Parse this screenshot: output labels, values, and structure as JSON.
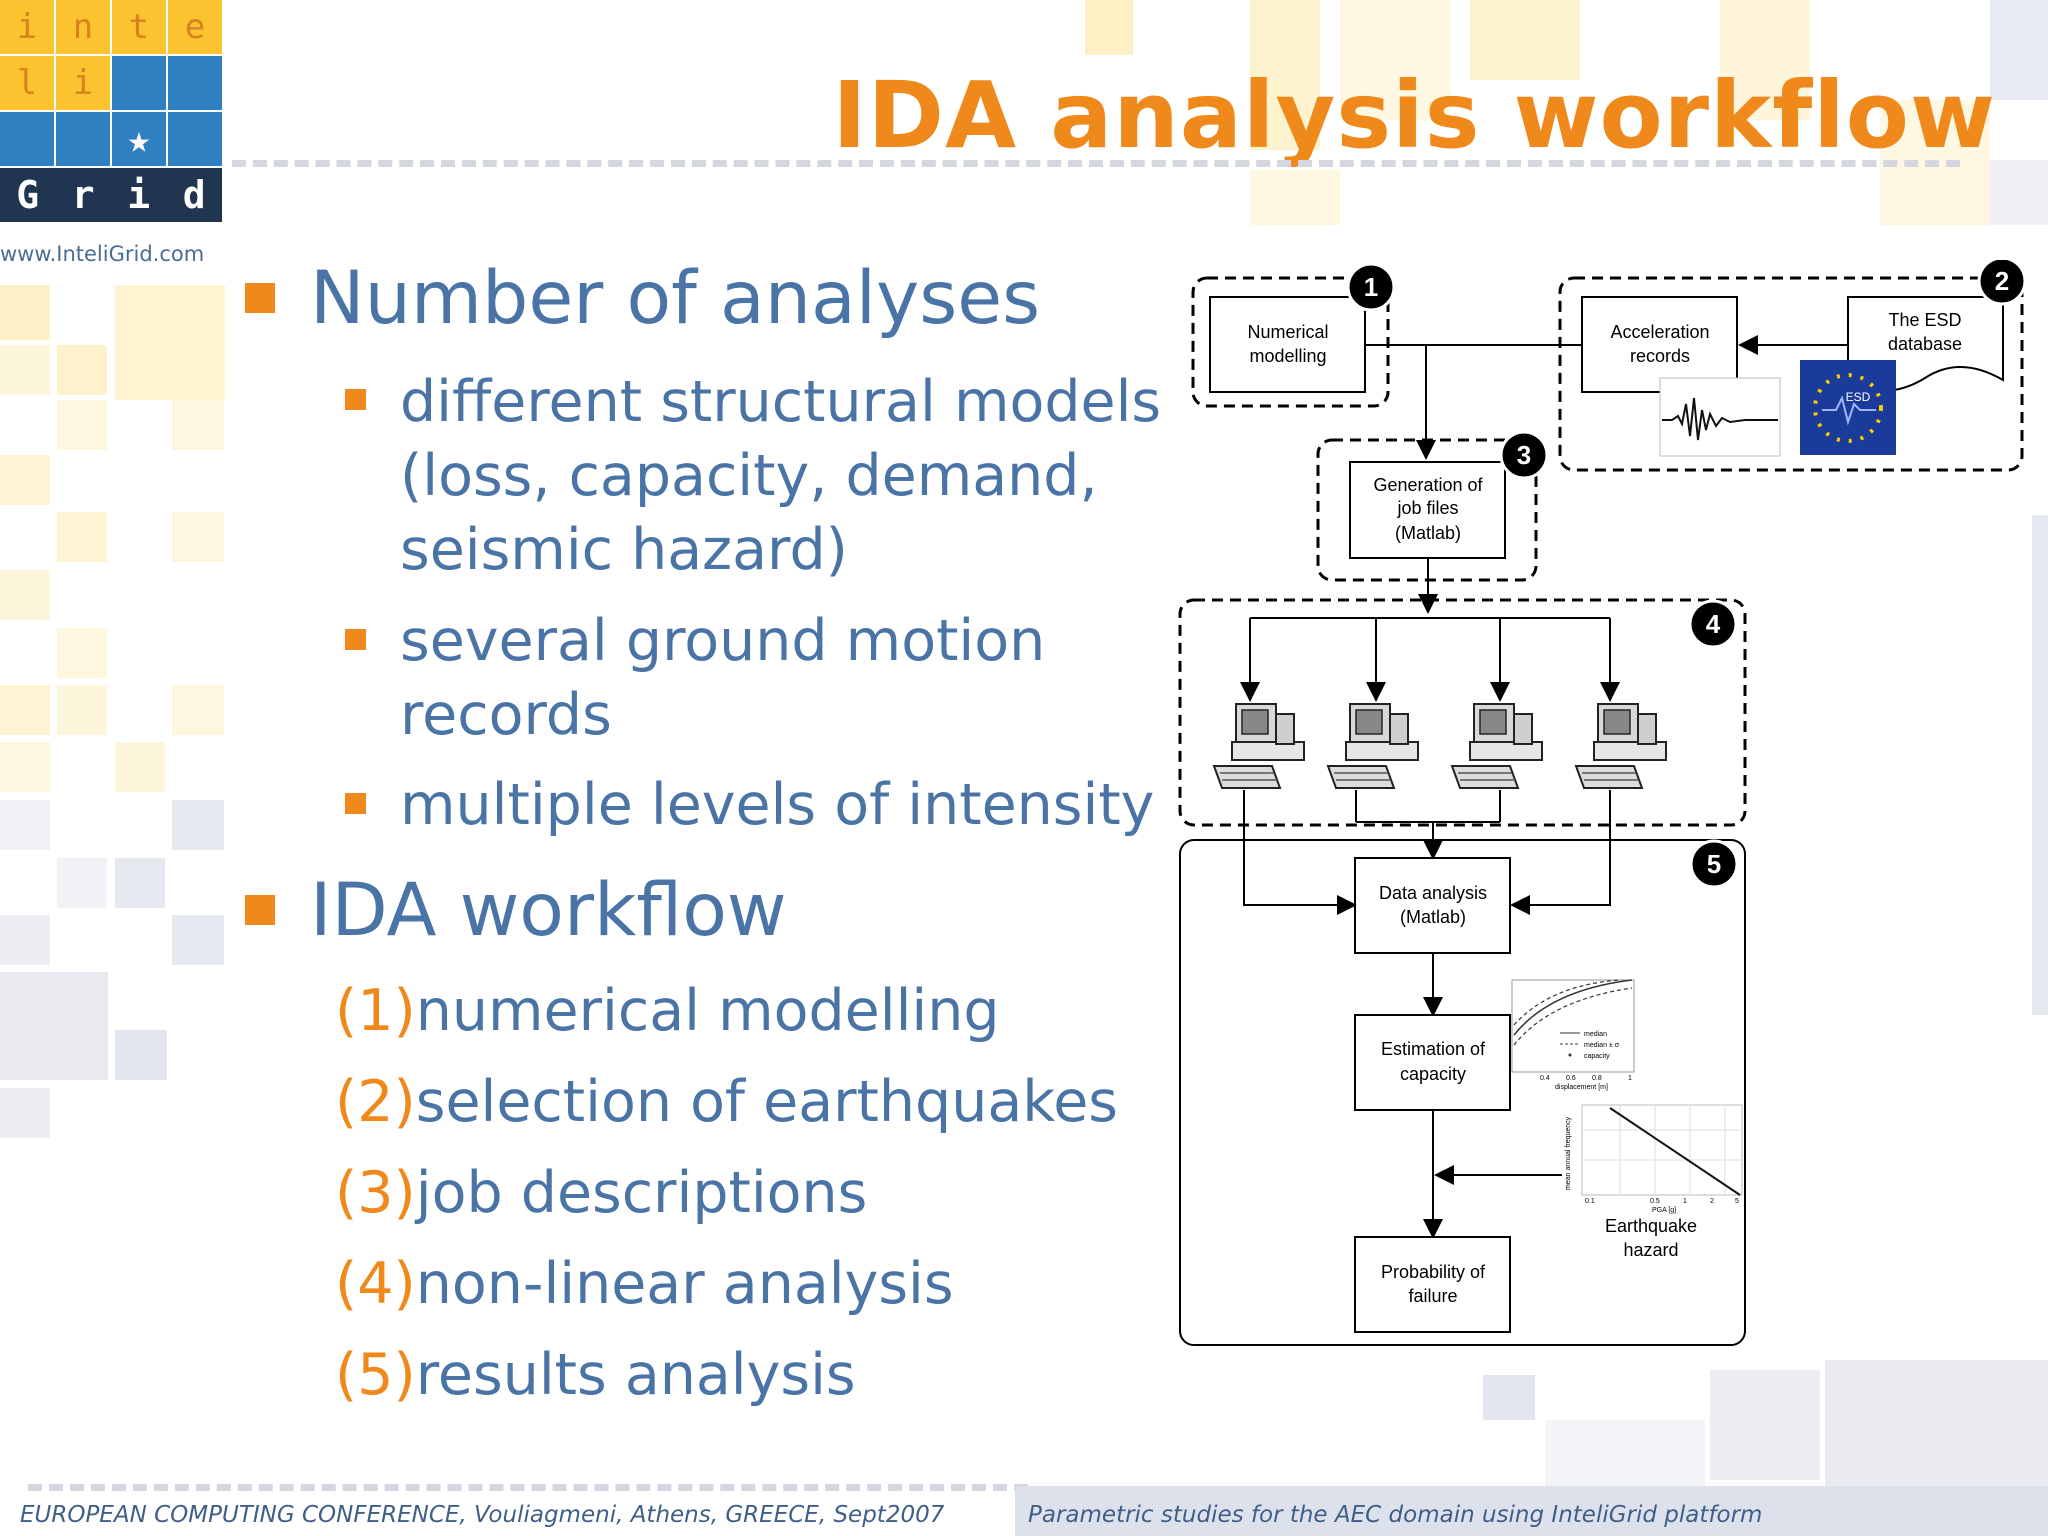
{
  "logo": {
    "letters_row1": [
      "i",
      "n",
      "t",
      "e"
    ],
    "letters_row2": [
      "l",
      "i"
    ],
    "letters_row4": [
      "G",
      "r",
      "i",
      "d"
    ],
    "star": "★",
    "url": "www.InteliGrid.com"
  },
  "title": "IDA analysis workflow",
  "bullets": [
    {
      "text": "Number of analyses",
      "sub": [
        {
          "lines": [
            "different structural models",
            "(loss, capacity, demand,",
            "seismic hazard)"
          ]
        },
        {
          "lines": [
            "several ground motion",
            "records"
          ]
        },
        {
          "lines": [
            "multiple levels of intensity"
          ]
        }
      ]
    },
    {
      "text": "IDA workflow",
      "steps": [
        {
          "num": "(1)",
          "text": "numerical modelling"
        },
        {
          "num": "(2)",
          "text": "selection of earthquakes"
        },
        {
          "num": "(3)",
          "text": "job descriptions"
        },
        {
          "num": "(4)",
          "text": "non-linear analysis"
        },
        {
          "num": "(5)",
          "text": "results analysis"
        }
      ]
    }
  ],
  "diagram": {
    "numerical": [
      "Numerical",
      "modelling"
    ],
    "accel": [
      "Acceleration",
      "records"
    ],
    "esd_db": [
      "The ESD",
      "database"
    ],
    "esd_logo": "ESD",
    "generation": [
      "Generation of",
      "job files",
      "(Matlab)"
    ],
    "data_analysis": [
      "Data analysis",
      "(Matlab)"
    ],
    "estimation": [
      "Estimation of",
      "capacity"
    ],
    "probability": [
      "Probability of",
      "failure"
    ],
    "hazard": [
      "Earthquake",
      "hazard"
    ],
    "badges": [
      "1",
      "2",
      "3",
      "4",
      "5"
    ],
    "capacity_legend": [
      "median",
      "median ± σ",
      "capacity"
    ],
    "capacity_ticks": [
      "0.4",
      "0.6",
      "0.8",
      "1"
    ],
    "capacity_xlabel": "displacement [m]",
    "hazard_ticks": [
      "0.1",
      "0.5",
      "1",
      "2",
      "5"
    ],
    "hazard_xlabel": "PGA [g]",
    "hazard_ylabel": "mean annual frequency"
  },
  "footer": {
    "left": "EUROPEAN COMPUTING CONFERENCE, Vouliagmeni, Athens, GREECE, Sept2007",
    "right": "Parametric studies for the AEC domain using InteliGrid platform"
  },
  "colors": {
    "accent": "#f0891c",
    "text_blue": "#4a73a6",
    "logo_blue": "#2f7fc1",
    "logo_yellow": "#fbc330",
    "logo_dark": "#1f3550"
  }
}
